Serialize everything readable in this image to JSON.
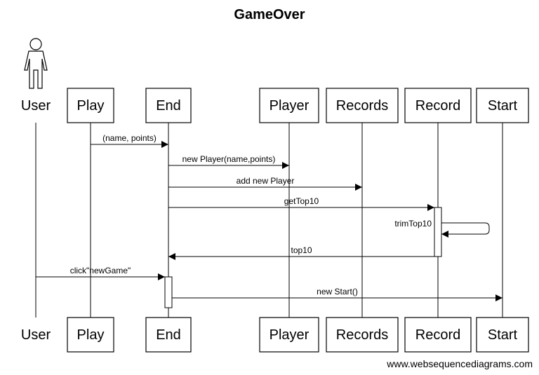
{
  "title": "GameOver",
  "footer": "www.websequencediagrams.com",
  "actor": {
    "name": "User",
    "icon": "person-icon"
  },
  "participants": [
    {
      "id": "user",
      "label": "User",
      "kind": "actor"
    },
    {
      "id": "play",
      "label": "Play",
      "kind": "box"
    },
    {
      "id": "end",
      "label": "End",
      "kind": "box"
    },
    {
      "id": "player",
      "label": "Player",
      "kind": "box"
    },
    {
      "id": "records",
      "label": "Records",
      "kind": "box"
    },
    {
      "id": "record",
      "label": "Record",
      "kind": "box"
    },
    {
      "id": "start",
      "label": "Start",
      "kind": "box"
    }
  ],
  "messages": [
    {
      "from": "play",
      "to": "end",
      "label": "(name, points)"
    },
    {
      "from": "end",
      "to": "player",
      "label": "new Player(name,points)"
    },
    {
      "from": "end",
      "to": "records",
      "label": "add new Player"
    },
    {
      "from": "end",
      "to": "record",
      "label": "getTop10"
    },
    {
      "from": "record",
      "to": "record",
      "label": "trimTop10",
      "self": true
    },
    {
      "from": "record",
      "to": "end",
      "label": "top10"
    },
    {
      "from": "user",
      "to": "end",
      "label": "click\"newGame\""
    },
    {
      "from": "end",
      "to": "start",
      "label": "new Start()"
    }
  ]
}
